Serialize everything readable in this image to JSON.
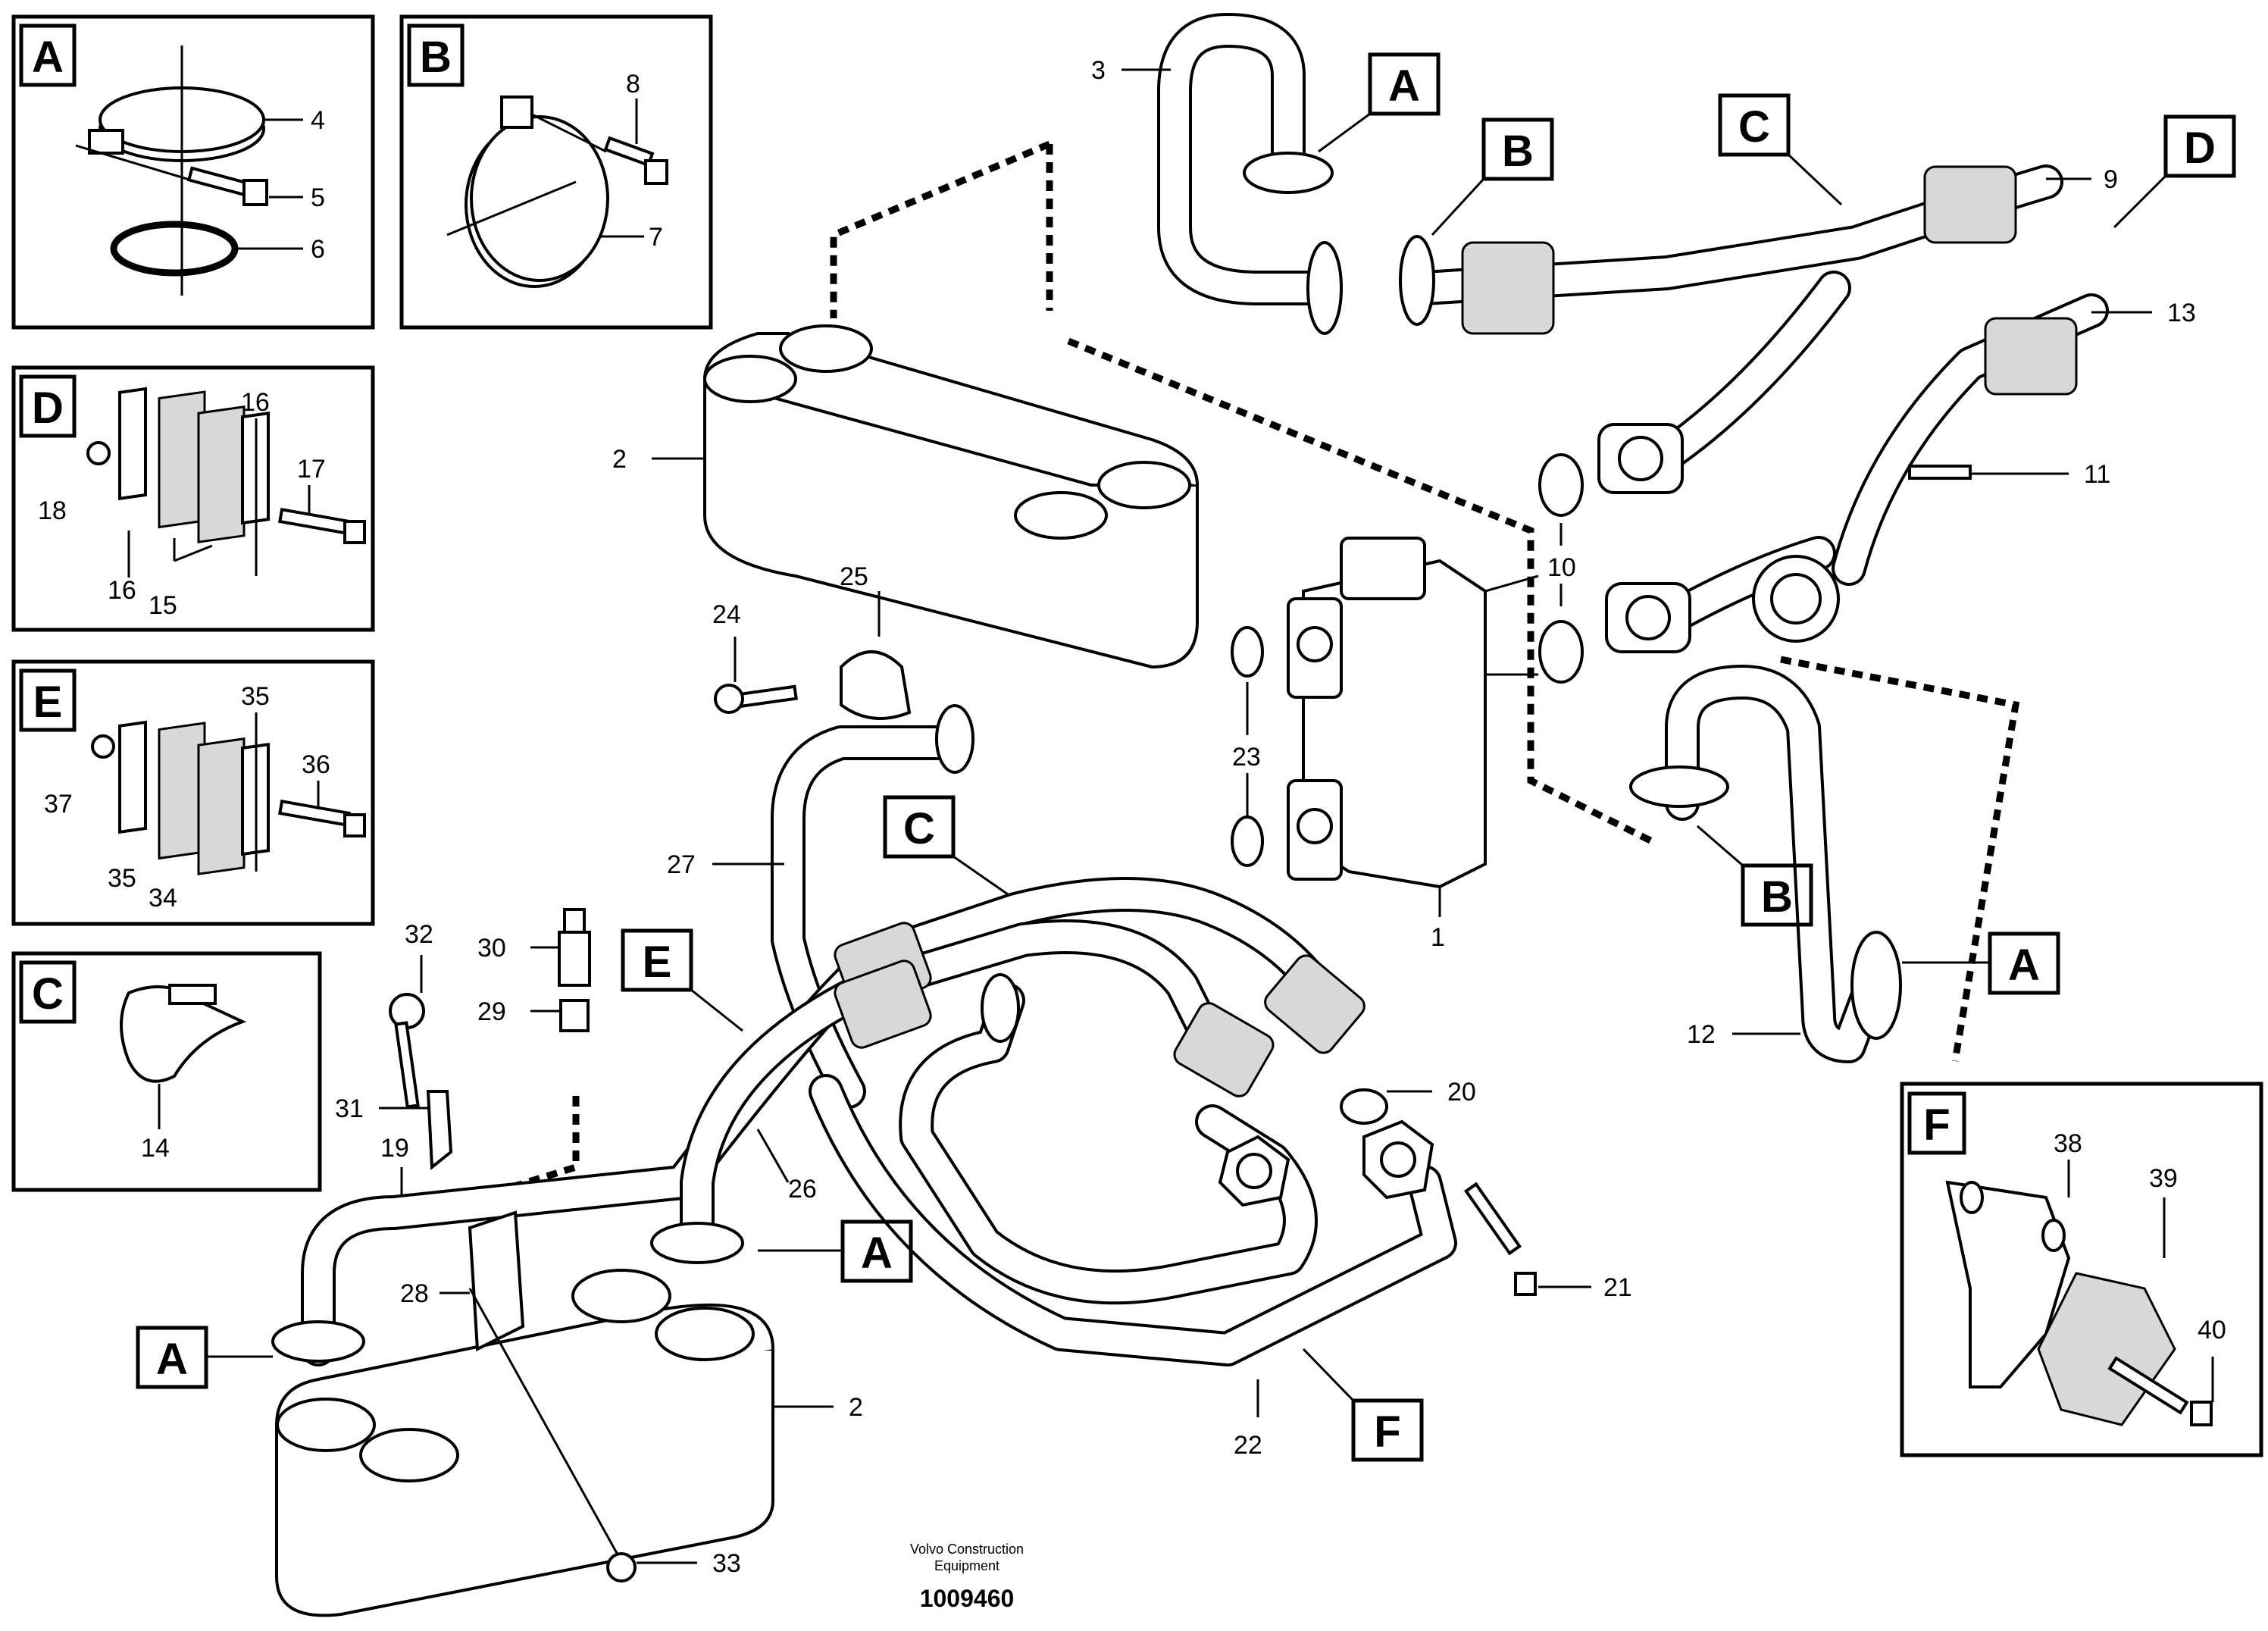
{
  "diagram": {
    "detail_boxes": [
      {
        "letter": "A",
        "callouts": [
          "4",
          "5",
          "6"
        ]
      },
      {
        "letter": "B",
        "callouts": [
          "8",
          "7"
        ]
      },
      {
        "letter": "D",
        "callouts": [
          "16",
          "17",
          "18",
          "16",
          "15"
        ]
      },
      {
        "letter": "E",
        "callouts": [
          "35",
          "36",
          "37",
          "35",
          "34"
        ]
      },
      {
        "letter": "C",
        "callouts": [
          "14"
        ]
      },
      {
        "letter": "F",
        "callouts": [
          "38",
          "39",
          "40"
        ]
      }
    ],
    "ref_tags": [
      "A",
      "B",
      "C",
      "D",
      "C",
      "E",
      "A",
      "A",
      "B",
      "A",
      "F"
    ],
    "callouts": [
      "3",
      "9",
      "13",
      "11",
      "10",
      "2",
      "25",
      "24",
      "23",
      "1",
      "27",
      "12",
      "32",
      "30",
      "29",
      "31",
      "19",
      "26",
      "20",
      "28",
      "21",
      "2",
      "22",
      "33"
    ],
    "footer": {
      "company": "Volvo Construction",
      "company2": "Equipment",
      "drawing_number": "1009460"
    }
  }
}
